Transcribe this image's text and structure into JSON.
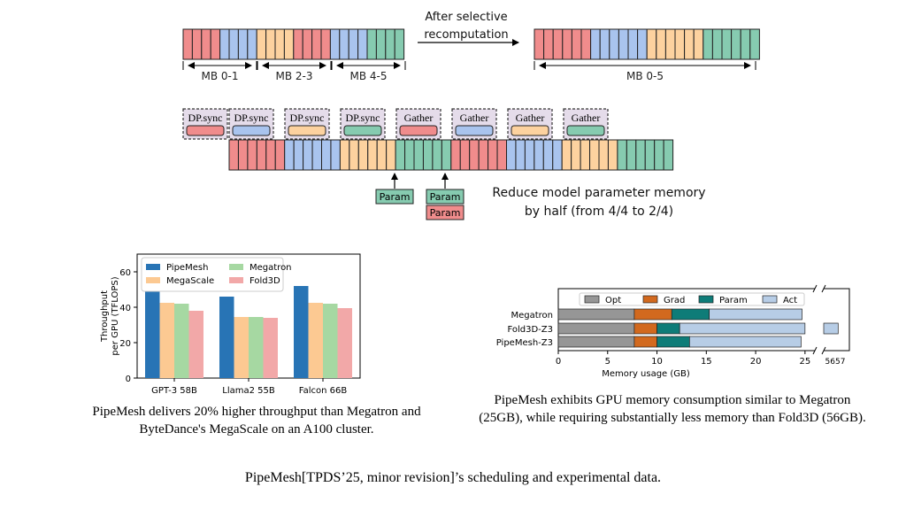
{
  "diagram": {
    "selective_label": [
      "After selective",
      "recomputation"
    ],
    "mb_labels": [
      "MB 0-1",
      "MB 2-3",
      "MB 4-5"
    ],
    "mb_all_label": "MB 0-5",
    "sync_ops": [
      "DP.sync",
      "DP.sync",
      "DP.sync",
      "DP.sync",
      "Gather",
      "Gather",
      "Gather",
      "Gather"
    ],
    "param_label": "Param",
    "reduce_text": [
      "Reduce model parameter memory",
      "by half (from 4/4 to 2/4)"
    ],
    "colors": {
      "red": "#f08c8c",
      "blue": "#a9c4ee",
      "orange": "#fdd29f",
      "teal": "#86cbb0",
      "param_teal": "#86cbb0",
      "param_red": "#f08c8c",
      "sync_bg": "#e5dcea"
    }
  },
  "chart_left": {
    "chart_data": {
      "type": "bar",
      "categories": [
        "GPT-3 58B",
        "Llama2 55B",
        "Falcon 66B"
      ],
      "series": [
        {
          "name": "PipeMesh",
          "color": "#2874b5",
          "values": [
            52,
            46,
            52
          ]
        },
        {
          "name": "MegaScale",
          "color": "#fcc992",
          "values": [
            42.5,
            34.5,
            42.5
          ]
        },
        {
          "name": "Megatron",
          "color": "#a6d8a2",
          "values": [
            42,
            34.5,
            42
          ]
        },
        {
          "name": "Fold3D",
          "color": "#f2a8a8",
          "values": [
            38,
            34,
            39.5
          ]
        }
      ],
      "ylabel": "Throughput\nper GPU (TFLOPS)",
      "ylim": [
        0,
        70
      ],
      "yticks": [
        0,
        20,
        40,
        60
      ],
      "legend": "top-left"
    },
    "caption": [
      "PipeMesh delivers 20% higher throughput than Megatron and",
      "ByteDance's MegaScale on an A100 cluster."
    ]
  },
  "chart_right": {
    "chart_data": {
      "type": "bar",
      "orientation": "horizontal-stacked",
      "categories": [
        "Megatron",
        "Fold3D-Z3",
        "PipeMesh-Z3"
      ],
      "series": [
        {
          "name": "Opt",
          "color": "#969696",
          "values": [
            7.7,
            7.7,
            7.7
          ]
        },
        {
          "name": "Grad",
          "color": "#d2691e",
          "values": [
            3.8,
            2.3,
            2.3
          ]
        },
        {
          "name": "Param",
          "color": "#0e7c78",
          "values": [
            3.8,
            2.3,
            3.3
          ]
        },
        {
          "name": "Act",
          "color": "#b7cde6",
          "values": [
            9.4,
            44.5,
            11.3
          ]
        }
      ],
      "xlabel": "Memory usage (GB)",
      "xticks": [
        "0",
        "5",
        "10",
        "15",
        "20",
        "25",
        "5657"
      ],
      "axis_break": [
        25,
        55
      ],
      "legend": "top"
    },
    "caption": [
      "PipeMesh exhibits GPU memory consumption similar to Megatron",
      "(25GB), while requiring substantially less memory than Fold3D (56GB)."
    ]
  },
  "bottom_caption": "PipeMesh[TPDS’25, minor revision]’s scheduling and experimental data."
}
